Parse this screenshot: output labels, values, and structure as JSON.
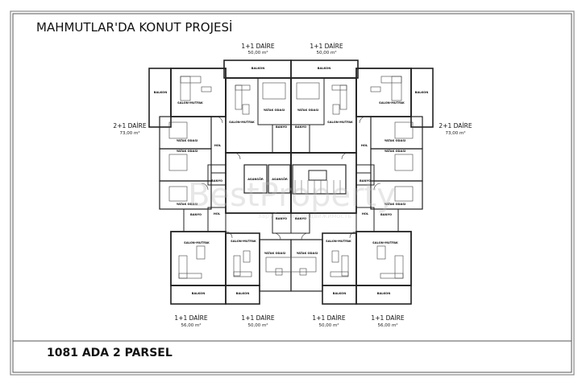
{
  "header": {
    "title": "MAHMUTLAR'DA KONUT PROJESİ"
  },
  "footer": {
    "parcel": "1081 ADA 2 PARSEL"
  },
  "units": {
    "top_left": {
      "type": "1+1 DAİRE",
      "area": "50,00 m²"
    },
    "top_right": {
      "type": "1+1 DAİRE",
      "area": "50,00 m²"
    },
    "side_left": {
      "type": "2+1 DAİRE",
      "area": "73,00 m²"
    },
    "side_right": {
      "type": "2+1 DAİRE",
      "area": "73,00 m²"
    },
    "bottom_1": {
      "type": "1+1 DAİRE",
      "area": "56,00 m²"
    },
    "bottom_2": {
      "type": "1+1 DAİRE",
      "area": "50,00 m²"
    },
    "bottom_3": {
      "type": "1+1 DAİRE",
      "area": "50,00 m²"
    },
    "bottom_4": {
      "type": "1+1 DAİRE",
      "area": "56,00 m²"
    }
  },
  "rooms_left": [
    "BALKON",
    "SALON-MUTFAK",
    "YATAK ODASI",
    "BANYO",
    "BALKON",
    "SALON-MUTFAK",
    "YATAK ODASI",
    "YATAK ODASI",
    "HOL",
    "BANYO",
    "YATAK ODASI",
    "BANYO",
    "HOL",
    "SALON-MUTFAK",
    "BALKON",
    "SALON-MUTFAK",
    "YATAK ODASI",
    "BALKON",
    "BANYO"
  ],
  "rooms_right": [
    "BALKON",
    "SALON-MUTFAK",
    "YATAK ODASI",
    "BANYO",
    "BALKON",
    "SALON-MUTFAK",
    "YATAK ODASI",
    "YATAK ODASI",
    "HOL",
    "BANYO",
    "YATAK ODASI",
    "BANYO",
    "HOL",
    "SALON-MUTFAK",
    "BALKON",
    "SALON-MUTFAK",
    "YATAK ODASI",
    "BALKON",
    "BANYO"
  ],
  "core": {
    "elevators": [
      "ASANSÖR",
      "ASANSÖR"
    ]
  },
  "watermark": {
    "brand": "BestProperty",
    "tagline": "зарубежная недвижимость"
  }
}
